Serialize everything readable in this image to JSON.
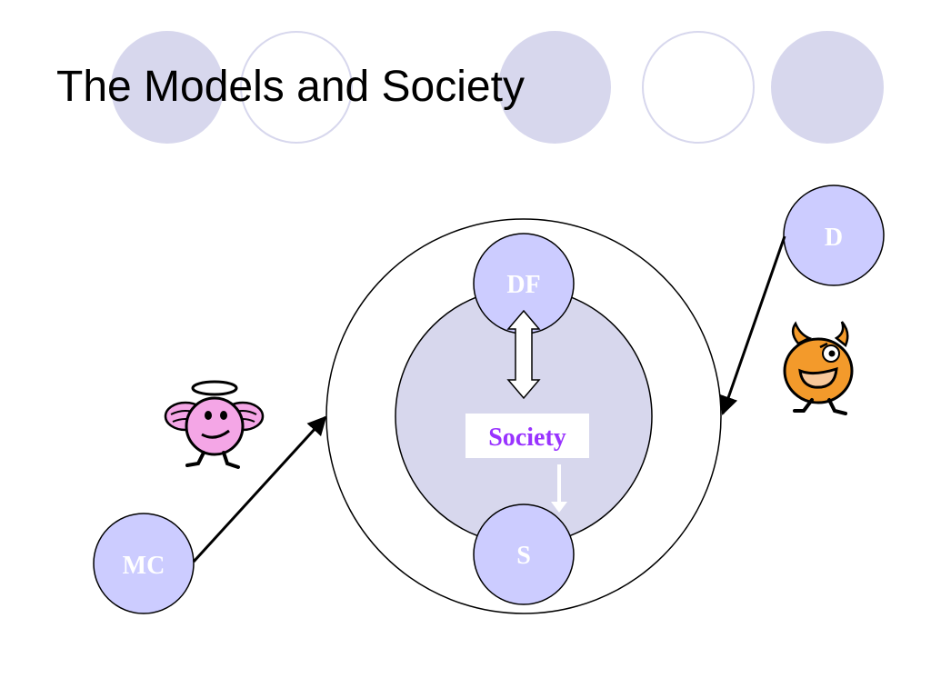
{
  "slide": {
    "title": "The Models and Society"
  },
  "diagram": {
    "nodes": {
      "df": "DF",
      "society": "Society",
      "s": "S",
      "mc": "MC",
      "d": "D"
    },
    "icons": {
      "angel": "angel-character-icon",
      "devil": "devil-character-icon"
    },
    "colors": {
      "node_fill": "#ccccff",
      "inner_circle_fill": "#d7d7ed",
      "society_text": "#9933ff",
      "deco_circle": "#d7d7ed",
      "angel_pink": "#f4a6e6",
      "devil_orange": "#f39a2b"
    }
  }
}
